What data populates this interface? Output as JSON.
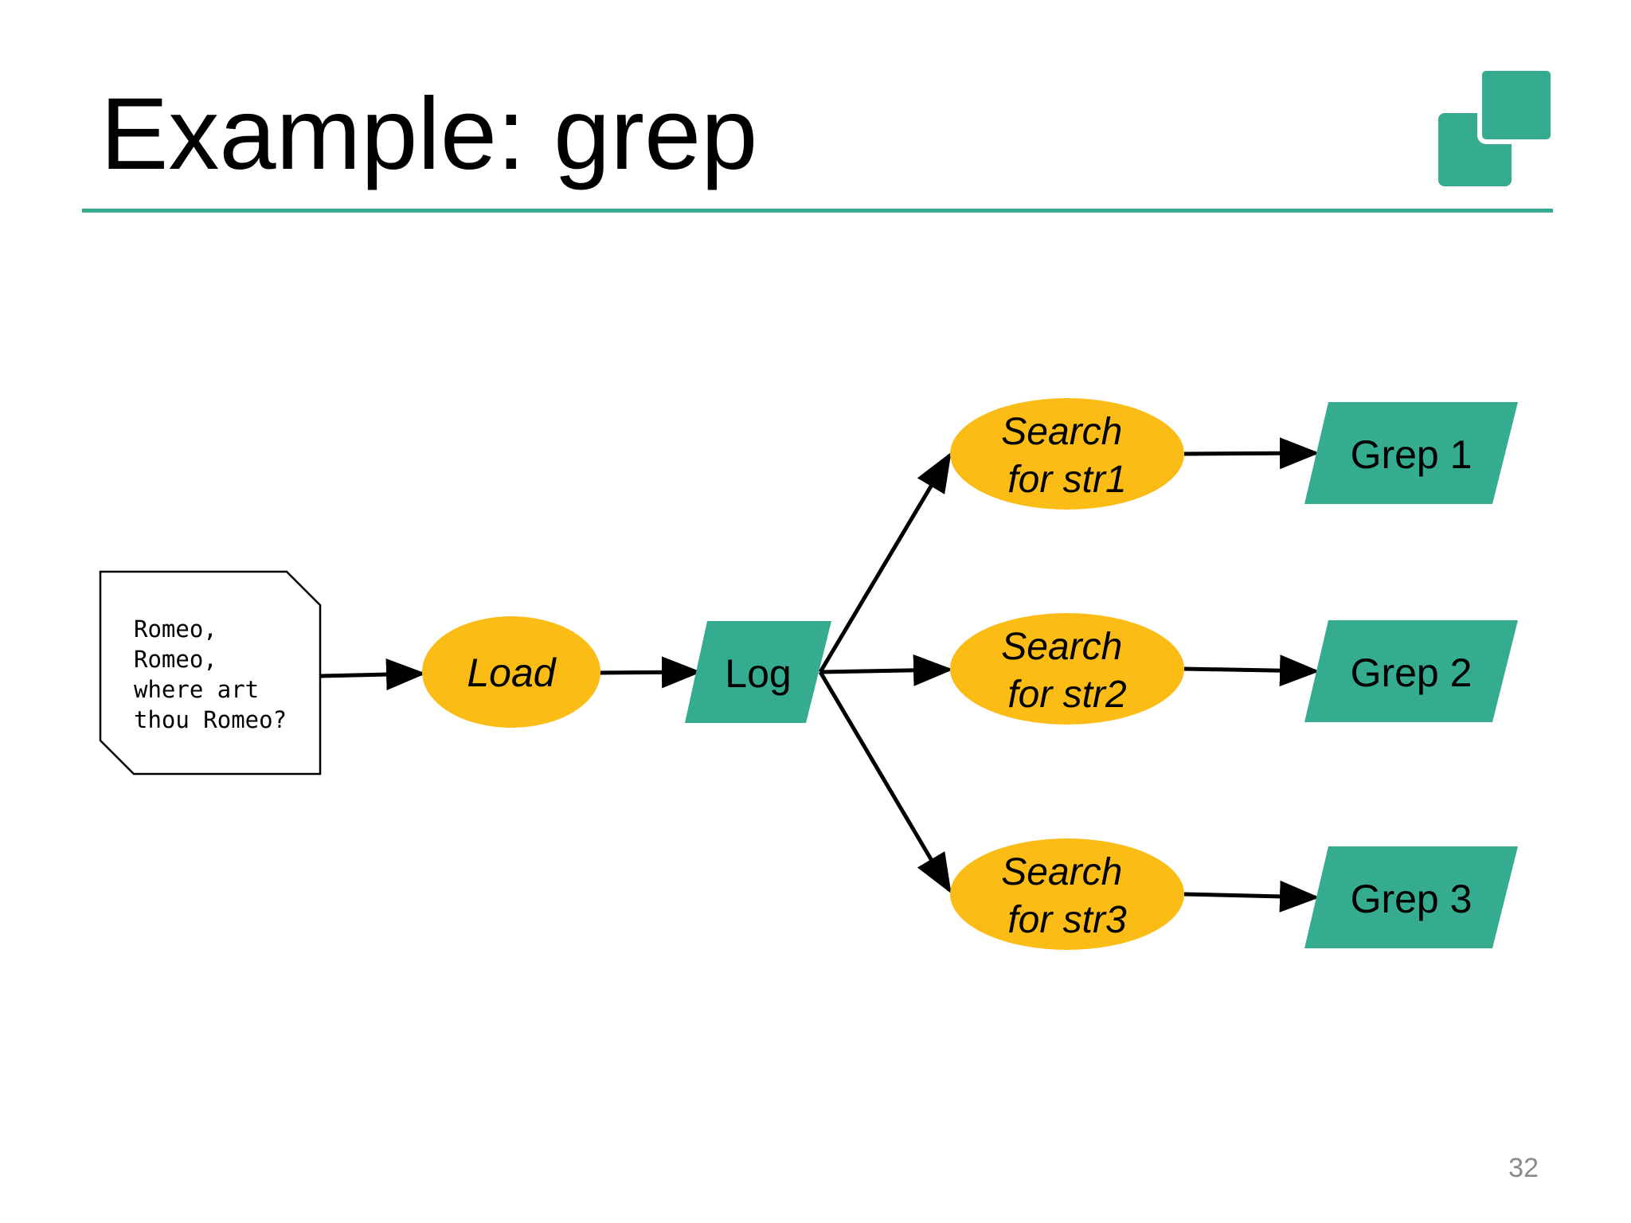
{
  "slide": {
    "title": "Example: grep",
    "page_number": "32"
  },
  "colors": {
    "accent_teal": "#35ab8f",
    "node_yellow": "#fbbc16",
    "arrow": "#000000",
    "text": "#000000"
  },
  "diagram": {
    "document": {
      "lines": [
        "Romeo,",
        "Romeo,",
        "where art",
        "thou Romeo?"
      ]
    },
    "load": {
      "label": "Load"
    },
    "log": {
      "label": "Log"
    },
    "searches": [
      {
        "line1": "Search",
        "line2": "for str1"
      },
      {
        "line1": "Search",
        "line2": "for str2"
      },
      {
        "line1": "Search",
        "line2": "for str3"
      }
    ],
    "outputs": [
      {
        "label": "Grep 1"
      },
      {
        "label": "Grep 2"
      },
      {
        "label": "Grep 3"
      }
    ]
  }
}
